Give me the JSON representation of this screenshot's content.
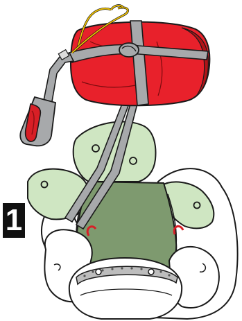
{
  "step": {
    "number": "1"
  },
  "colors": {
    "bag_red": "#e8212b",
    "bag_red_shadow": "#b01418",
    "strap_gray": "#a7a9ab",
    "cord_yellow": "#f2c300",
    "container_green": "#cfe6c2",
    "inner_green": "#7e9a6f",
    "outline": "#1a1a1a",
    "grip_red": "#d81f26"
  },
  "parts": {
    "packed_bag": "red-bag",
    "compression_strap": "gray-strap",
    "pull_cord": "yellow-cord",
    "handle": "red-handle",
    "container": "harness-container",
    "grommets": "grommet",
    "closing_loops": "closing-loop"
  }
}
